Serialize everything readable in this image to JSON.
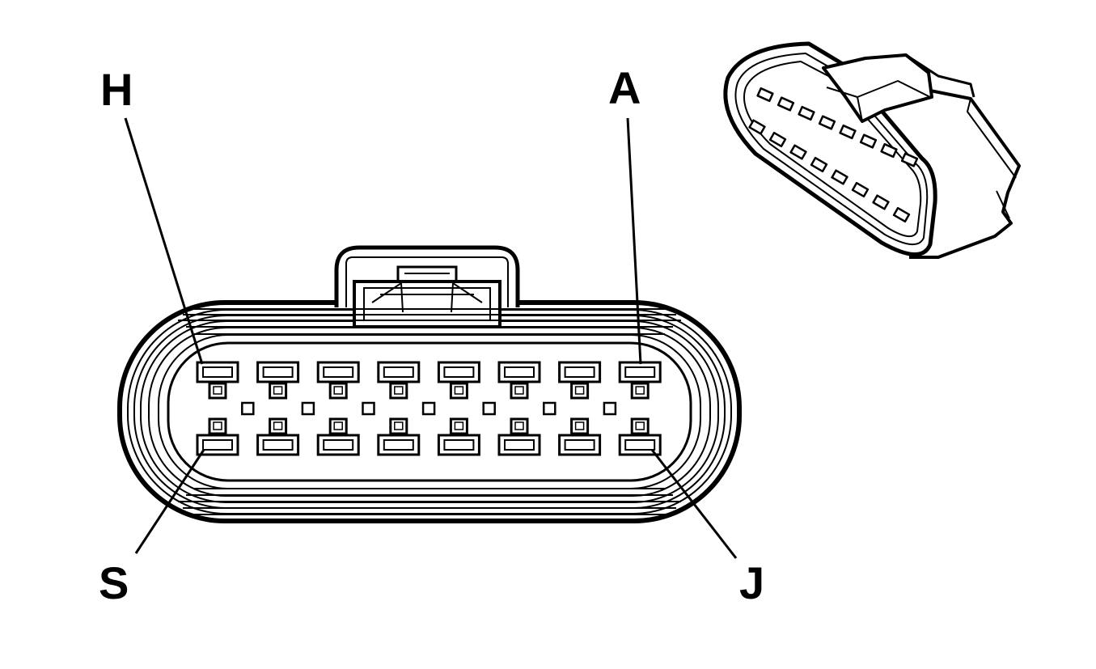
{
  "diagram": {
    "type": "connector-face-view",
    "pins_per_row": 8,
    "rows": 2,
    "labels": {
      "top_left": "H",
      "top_right": "A",
      "bottom_left": "S",
      "bottom_right": "J"
    },
    "colors": {
      "line": "#000000",
      "background": "#ffffff"
    }
  }
}
